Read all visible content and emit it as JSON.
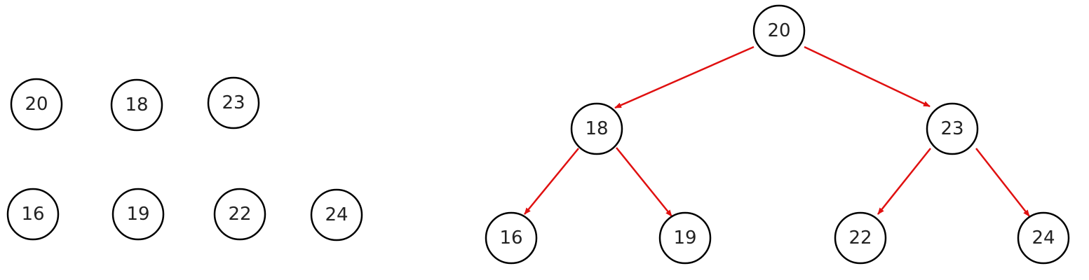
{
  "colors": {
    "edge": "#e01010",
    "node_stroke": "#000000",
    "node_fill": "#ffffff",
    "text": "#222222"
  },
  "loose_nodes": {
    "row1": [
      "20",
      "18",
      "23"
    ],
    "row2": [
      "16",
      "19",
      "22",
      "24"
    ]
  },
  "tree": {
    "root": "20",
    "level1": [
      "18",
      "23"
    ],
    "level2": [
      "16",
      "19",
      "22",
      "24"
    ],
    "edges": [
      {
        "from": "20",
        "to": "18"
      },
      {
        "from": "20",
        "to": "23"
      },
      {
        "from": "18",
        "to": "16"
      },
      {
        "from": "18",
        "to": "19"
      },
      {
        "from": "23",
        "to": "22"
      },
      {
        "from": "23",
        "to": "24"
      }
    ]
  }
}
